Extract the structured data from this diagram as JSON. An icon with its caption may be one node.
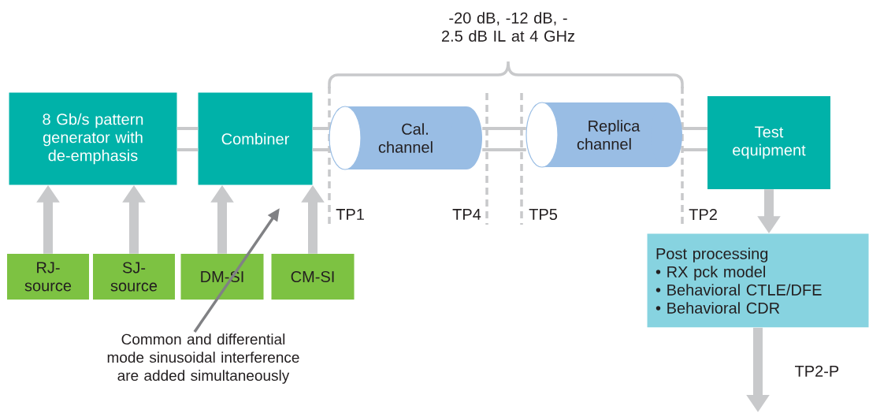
{
  "diagram": {
    "nodes": [
      {
        "text": [
          "8 Gb/s pattern generator with de-emphasis"
        ]
      },
      {
        "text": [
          "Combiner"
        ]
      },
      {
        "text": [
          "Cal. channel"
        ]
      },
      {
        "text": [
          "Replica channel"
        ]
      },
      {
        "text": [
          "Test equipment"
        ]
      },
      {
        "text": [
          "RJ- source"
        ]
      },
      {
        "text": [
          "SJ- source"
        ]
      },
      {
        "text": [
          "DM-SI"
        ]
      },
      {
        "text": [
          "CM-SI"
        ]
      },
      {
        "text": [
          "Post processing",
          "• RX pck model",
          "• Behavioral CTLE/DFE",
          "• Behavioral CDR"
        ]
      },
      {
        "text": [
          "Common and differential mode sinusoidal interference are added simultaneously"
        ]
      }
    ],
    "edges": [
      {
        "from": 0,
        "to": 1,
        "arrow": "none"
      },
      {
        "from": 0,
        "to": 1,
        "arrow": "none"
      },
      {
        "from": 1,
        "to": 2,
        "arrow": "none"
      },
      {
        "from": 1,
        "to": 2,
        "arrow": "none"
      },
      {
        "from": 2,
        "to": 3,
        "arrow": "none"
      },
      {
        "from": 2,
        "to": 3,
        "arrow": "none"
      },
      {
        "from": 3,
        "to": 4,
        "arrow": "none"
      },
      {
        "from": 3,
        "to": 4,
        "arrow": "none"
      },
      {
        "from": 5,
        "to": 0,
        "arrow": "to",
        "style": "thick"
      },
      {
        "from": 6,
        "to": 0,
        "arrow": "to",
        "style": "thick"
      },
      {
        "from": 7,
        "to": 1,
        "arrow": "to",
        "style": "thick"
      },
      {
        "from": 8,
        "to": 1,
        "arrow": "to",
        "style": "thick"
      },
      {
        "from": 4,
        "to": 9,
        "arrow": "to",
        "style": "thick"
      },
      {
        "from": 9,
        "to": null,
        "arrow": "to",
        "label": "TP2-P",
        "style": "thick"
      },
      {
        "from": 10,
        "to": null,
        "arrow": "to",
        "color": "#808184"
      }
    ],
    "labels": [
      "-20 dB, -12 dB, -2.5 dB IL at 4 GHz",
      "TP1",
      "TP4",
      "TP5",
      "TP2"
    ]
  }
}
